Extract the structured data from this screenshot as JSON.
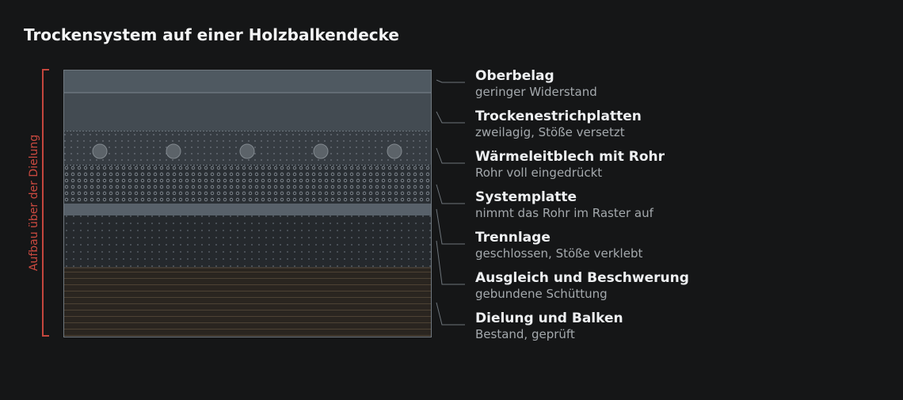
{
  "title": "Trockensystem auf einer Holzbalkendecke",
  "side_label": "Aufbau über der Dielung",
  "colors": {
    "background": "#151617",
    "accent": "#c4463d",
    "name_text": "#eef0f2",
    "desc_text": "#a4a9ad"
  },
  "layers": [
    {
      "name": "Oberbelag",
      "desc": "geringer Widerstand"
    },
    {
      "name": "Trockenestrichplatten",
      "desc": "zweilagig, Stöße versetzt"
    },
    {
      "name": "Wärmeleitblech mit Rohr",
      "desc": "Rohr voll eingedrückt"
    },
    {
      "name": "Systemplatte",
      "desc": "nimmt das Rohr im Raster auf"
    },
    {
      "name": "Trennlage",
      "desc": "geschlossen, Stöße verklebt"
    },
    {
      "name": "Ausgleich und Beschwerung",
      "desc": "gebundene Schüttung"
    },
    {
      "name": "Dielung und Balken",
      "desc": "Bestand, geprüft"
    }
  ]
}
